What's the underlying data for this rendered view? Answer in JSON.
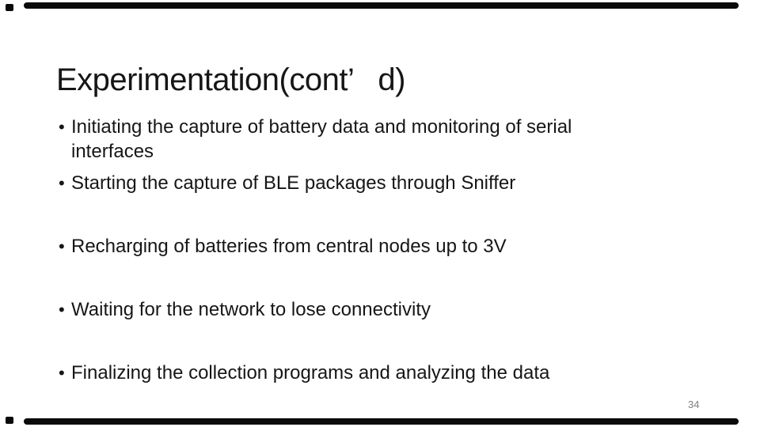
{
  "slide": {
    "title": {
      "prefix": "Experimentation(cont’",
      "suffix": "d)"
    },
    "bullet_char": "•",
    "bullets": [
      {
        "text": "Initiating the capture of battery data and monitoring of serial interfaces"
      },
      {
        "text": "Starting the capture of BLE packages through Sniffer"
      },
      {
        "text": "Recharging of batteries from central nodes up to 3V"
      },
      {
        "text": "Waiting for the network to lose connectivity"
      },
      {
        "text": "Finalizing the collection programs and analyzing the data"
      }
    ],
    "page_number": "34",
    "colors": {
      "background": "#ffffff",
      "text": "#161616",
      "page_number": "#7f7f7f",
      "decor_bar": "#0a0a0a"
    }
  }
}
